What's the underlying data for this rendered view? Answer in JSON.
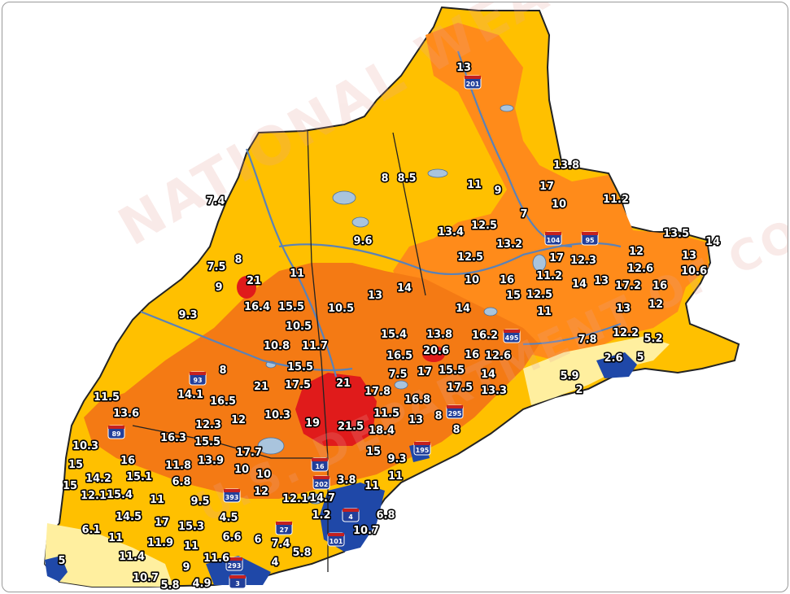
{
  "map": {
    "watermark_top": "NATIONAL WEATHER SERVICE",
    "watermark_bottom": "U.S. DEPARTMENT OF COMMERCE",
    "colors": {
      "yellow": "#ffc000",
      "light_orange": "#ffb300",
      "orange": "#ff8b1a",
      "deep_orange": "#f47a14",
      "red": "#e01b1b",
      "pale_yellow": "#ffef9f",
      "blue": "#1f48a8",
      "water": "#a9c4dd",
      "border": "#222222",
      "river": "#5a82b8"
    },
    "shields": [
      "201",
      "104",
      "95",
      "495",
      "93",
      "89",
      "295",
      "195",
      "16",
      "202",
      "393",
      "4",
      "27",
      "101",
      "293",
      "3"
    ],
    "labels": [
      "13",
      "13.8",
      "8",
      "8.5",
      "11",
      "9",
      "17",
      "10",
      "11.2",
      "7.4",
      "7",
      "13.4",
      "12.5",
      "13.5",
      "14",
      "9.6",
      "13.2",
      "12",
      "13",
      "12.5",
      "17",
      "12.3",
      "12.6",
      "10.6",
      "7.5",
      "8",
      "11",
      "10",
      "16",
      "11.2",
      "14",
      "13",
      "17.2",
      "16",
      "9",
      "21",
      "13",
      "14",
      "15",
      "12.5",
      "12",
      "16.4",
      "15.5",
      "10.5",
      "14",
      "11",
      "13",
      "9.3",
      "10.5",
      "15.4",
      "13.8",
      "16.2",
      "7.8",
      "12.2",
      "5.2",
      "10.8",
      "11.7",
      "20.6",
      "16",
      "12.6",
      "2.6",
      "5",
      "16.5",
      "15.5",
      "8",
      "21",
      "17.5",
      "21",
      "7.5",
      "17",
      "15.5",
      "14",
      "5.9",
      "11.5",
      "14.1",
      "16.5",
      "17.8",
      "16.8",
      "17.5",
      "13.3",
      "2",
      "13.6",
      "12.3",
      "12",
      "10.3",
      "19",
      "21.5",
      "11.5",
      "13",
      "8",
      "16.3",
      "15.5",
      "18.4",
      "8",
      "10.3",
      "17.7",
      "15",
      "15",
      "16",
      "11.8",
      "13.9",
      "10",
      "10",
      "9.3",
      "11",
      "15",
      "14.2",
      "15.1",
      "6.8",
      "3.8",
      "11",
      "12.1",
      "15.4",
      "11",
      "9.5",
      "12",
      "12.1",
      "14.7",
      "14.5",
      "17",
      "15.3",
      "4.5",
      "1.2",
      "6.8",
      "6.1",
      "11",
      "11.9",
      "11",
      "6.6",
      "6",
      "7.4",
      "5.8",
      "10.7",
      "11.4",
      "4",
      "5",
      "11.6",
      "9",
      "10.7",
      "5.8",
      "4.9"
    ]
  }
}
